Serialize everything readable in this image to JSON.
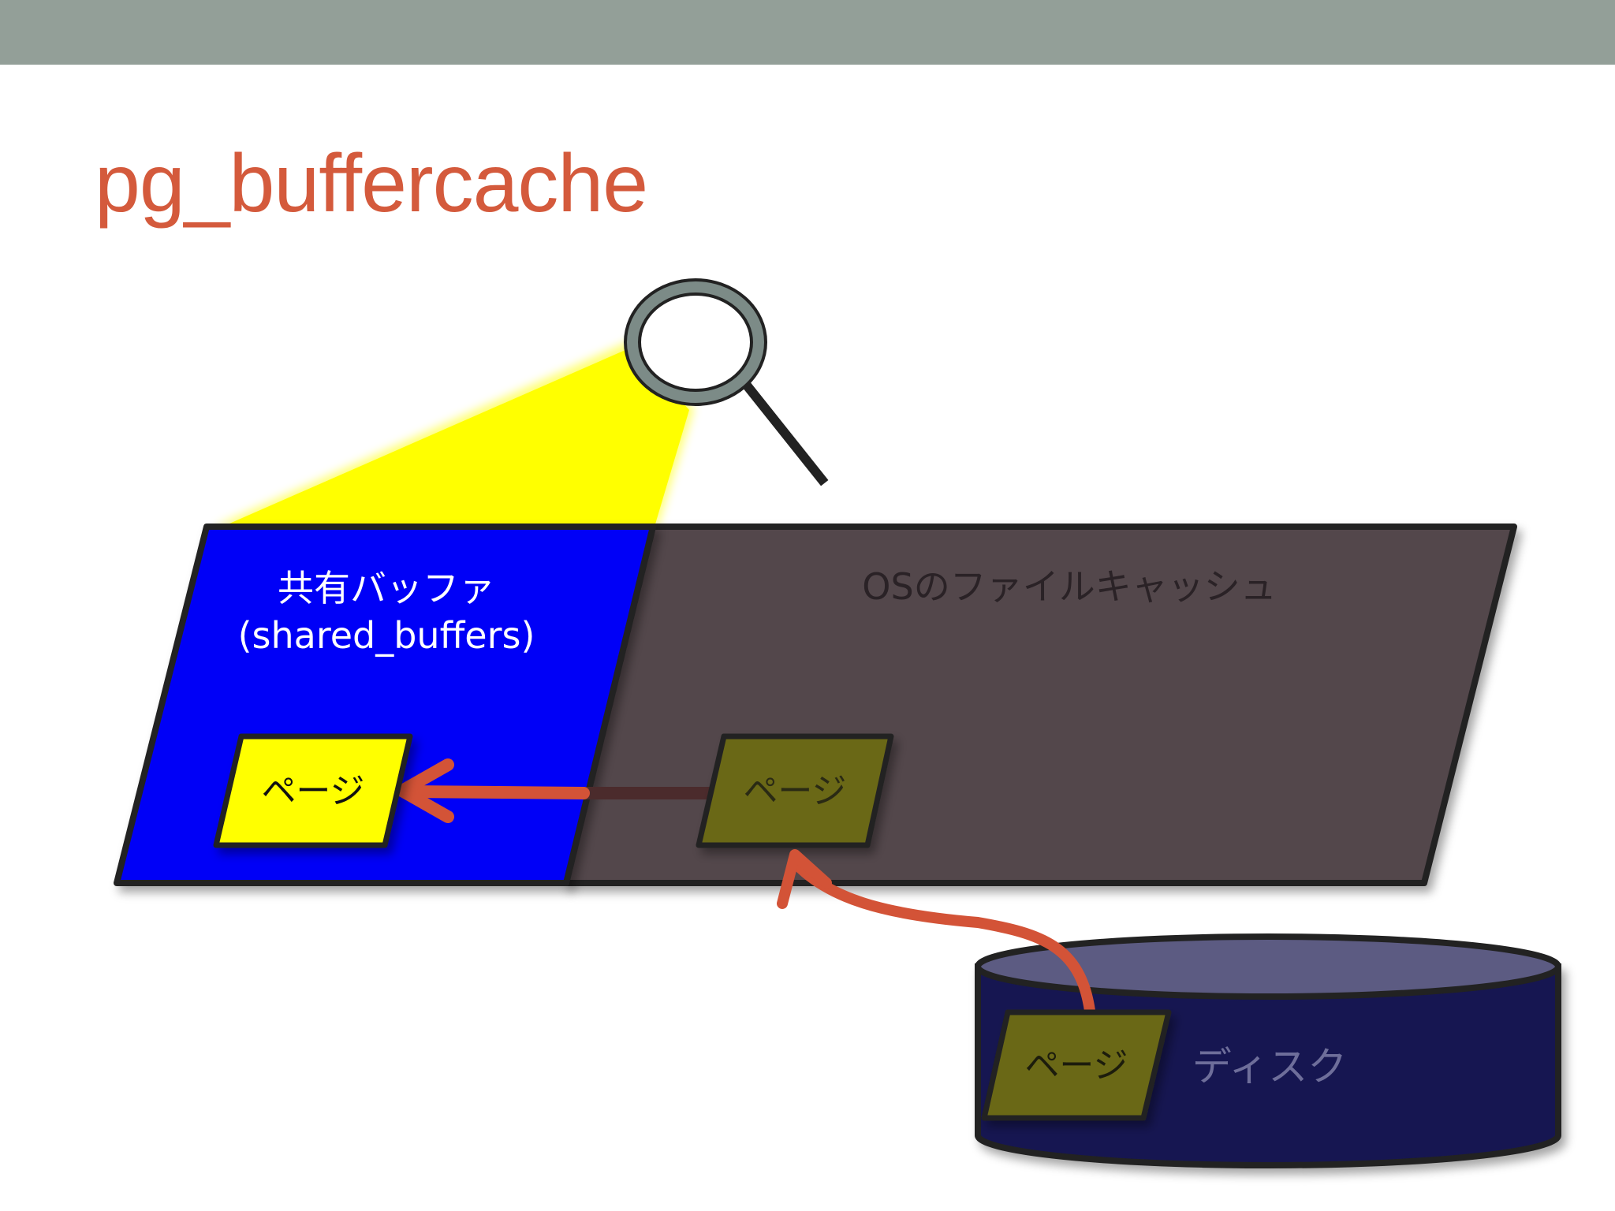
{
  "slide": {
    "title": "pg_buffercache"
  },
  "diagram": {
    "shared_buffers": {
      "label_line1": "共有バッファ",
      "label_line2": "(shared_buffers)"
    },
    "os_cache": {
      "label": "OSのファイルキャッシュ"
    },
    "disk": {
      "label": "ディスク"
    },
    "page_label": "ページ"
  },
  "colors": {
    "top_bar": "#939f98",
    "title": "#d45a3c",
    "shared_buffers_fill": "#0000f7",
    "os_cache_fill": "#53464c",
    "spotlight": "#ffff00",
    "page_bright": "#ffff00",
    "page_dim": "#6b6716",
    "disk_body": "#171851",
    "disk_top": "#5c5b82",
    "arrow": "#d35337",
    "outline": "#222222"
  },
  "icons": {
    "magnifier": "magnifier-icon"
  }
}
